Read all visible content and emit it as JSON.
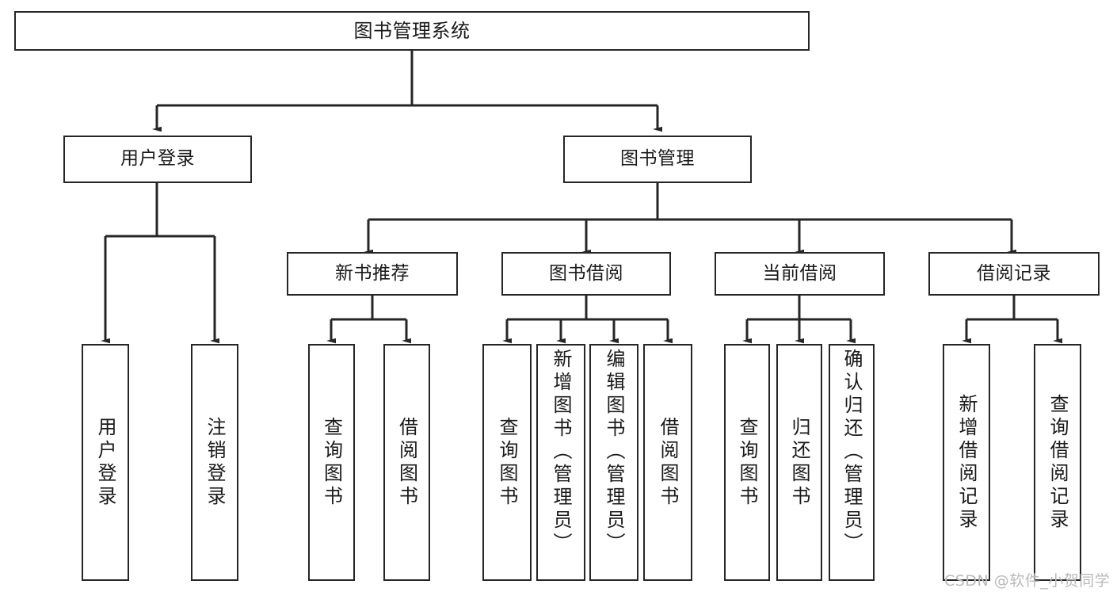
{
  "diagram": {
    "title": "图书管理系统",
    "type": "功能结构图",
    "background_color": "#ffffff",
    "line_color": "#262626",
    "text_color": "#1a1a1a"
  },
  "nodes": {
    "root": {
      "label": "图书管理系统"
    },
    "tier2": [
      {
        "id": "user-login",
        "label": "用户登录"
      },
      {
        "id": "book-manage",
        "label": "图书管理"
      }
    ],
    "tier3": [
      {
        "id": "new-book-recommend",
        "label": "新书推荐"
      },
      {
        "id": "book-borrow",
        "label": "图书借阅"
      },
      {
        "id": "current-borrow",
        "label": "当前借阅"
      },
      {
        "id": "borrow-record",
        "label": "借阅记录"
      }
    ],
    "leaves": {
      "user_login": [
        {
          "id": "leaf-user-login",
          "label": "用户登录"
        },
        {
          "id": "leaf-logout-login",
          "label": "注销登录"
        }
      ],
      "new_book_recommend": [
        {
          "id": "leaf-query-book-1",
          "label": "查询图书"
        },
        {
          "id": "leaf-borrow-book-1",
          "label": "借阅图书"
        }
      ],
      "book_borrow": [
        {
          "id": "leaf-query-book-2",
          "label": "查询图书"
        },
        {
          "id": "leaf-add-book",
          "label": "新增图书（管理员）"
        },
        {
          "id": "leaf-edit-book",
          "label": "编辑图书（管理员）"
        },
        {
          "id": "leaf-borrow-book-2",
          "label": "借阅图书"
        }
      ],
      "current_borrow": [
        {
          "id": "leaf-query-book-3",
          "label": "查询图书"
        },
        {
          "id": "leaf-return-book",
          "label": "归还图书"
        },
        {
          "id": "leaf-confirm-return",
          "label": "确认归还（管理员）"
        }
      ],
      "borrow_record": [
        {
          "id": "leaf-add-record",
          "label": "新增借阅记录"
        },
        {
          "id": "leaf-query-record",
          "label": "查询借阅记录"
        }
      ]
    }
  },
  "watermark": {
    "text": "CSDN @软件_小贺同学"
  }
}
